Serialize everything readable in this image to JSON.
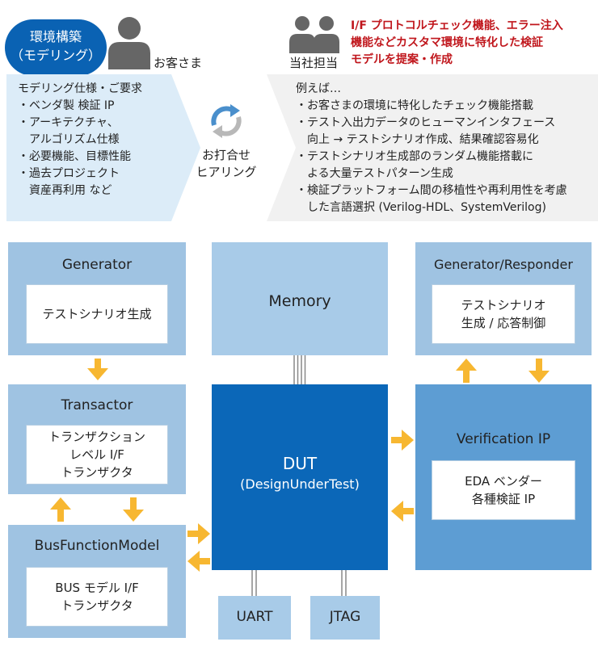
{
  "header": {
    "pill_line1": "環境構築",
    "pill_line2": "（モデリング）",
    "customer_label": "お客さま",
    "staff_label": "当社担当",
    "proposal": [
      "I/F プロトコルチェック機能、エラー注入",
      "機能などカスタマ環境に特化した検証",
      "モデルを提案・作成"
    ]
  },
  "left_panel": {
    "heading": "モデリング仕様・ご要求",
    "items": [
      "・ベンダ製 検証 IP",
      "・アーキテクチャ、",
      "　アルゴリズム仕様",
      "・必要機能、目標性能",
      "・過去プロジェクト",
      "　資産再利用 など"
    ]
  },
  "center": {
    "line1": "お打合せ",
    "line2": "ヒアリング"
  },
  "right_panel": {
    "heading": "例えば…",
    "items": [
      "・お客さまの環境に特化したチェック機能搭載",
      "・テスト入出力データのヒューマンインタフェース",
      "　向上 → テストシナリオ作成、結果確認容易化",
      "・テストシナリオ生成部のランダム機能搭載に",
      "　よる大量テストパターン生成",
      "・検証プラットフォーム間の移植性や再利用性を考慮",
      "　した言語選択 (Verilog-HDL、SystemVerilog)"
    ]
  },
  "blocks": {
    "generator": {
      "title": "Generator",
      "inner": "テストシナリオ生成"
    },
    "transactor": {
      "title": "Transactor",
      "inner": [
        "トランザクション",
        "レベル I/F",
        "トランザクタ"
      ]
    },
    "bfm": {
      "title": "BusFunctionModel",
      "inner": [
        "BUS モデル I/F",
        "トランザクタ"
      ]
    },
    "memory": {
      "title": "Memory"
    },
    "dut": {
      "title": "DUT",
      "subtitle": "(DesignUnderTest)"
    },
    "gen_resp": {
      "title": "Generator/Responder",
      "inner": [
        "テストシナリオ",
        "生成 / 応答制御"
      ]
    },
    "vip": {
      "title": "Verification IP",
      "inner": [
        "EDA ベンダー",
        "各種検証 IP"
      ]
    },
    "uart": {
      "title": "UART"
    },
    "jtag": {
      "title": "JTAG"
    }
  },
  "colors": {
    "accent": "#0a62b3",
    "arrow": "#f7b731",
    "highlight": "#c0161c"
  }
}
